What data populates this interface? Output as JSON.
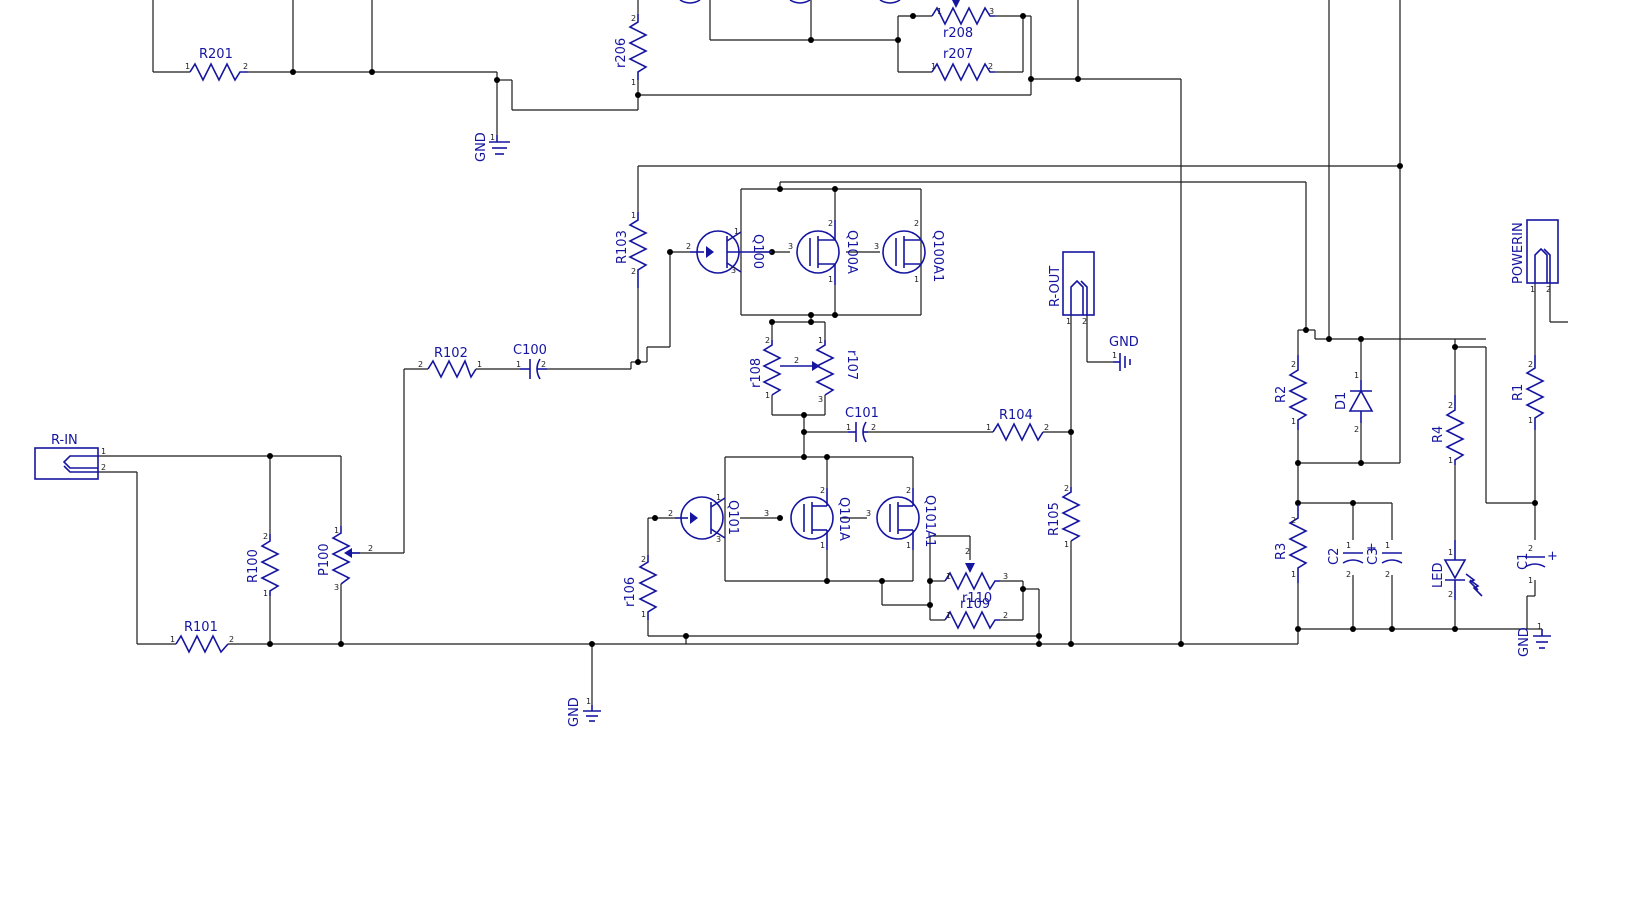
{
  "components": {
    "R201": "R201",
    "r206": "r206",
    "r208": "r208",
    "r207": "r207",
    "R103": "R103",
    "R102": "R102",
    "C100": "C100",
    "Q100": "Q100",
    "Q100A": "Q100A",
    "Q100A1": "Q100A1",
    "r108": "r108",
    "r107": "r107",
    "C101": "C101",
    "R104": "R104",
    "R105": "R105",
    "R_OUT": "R-OUT",
    "Q101": "Q101",
    "Q101A": "Q101A",
    "Q101A1": "Q101A1",
    "r106": "r106",
    "r110": "r110",
    "r109": "r109",
    "R_IN": "R-IN",
    "R100": "R100",
    "P100": "P100",
    "R101": "R101",
    "R2": "R2",
    "D1": "D1",
    "R3": "R3",
    "C2": "C2",
    "C3": "C3",
    "R4": "R4",
    "LED": "LED",
    "R1": "R1",
    "C1": "C1",
    "POWERIN": "POWERIN"
  },
  "gnd_labels": {
    "top": "GND",
    "rout": "GND",
    "bottom": "GND",
    "power": "GND"
  }
}
